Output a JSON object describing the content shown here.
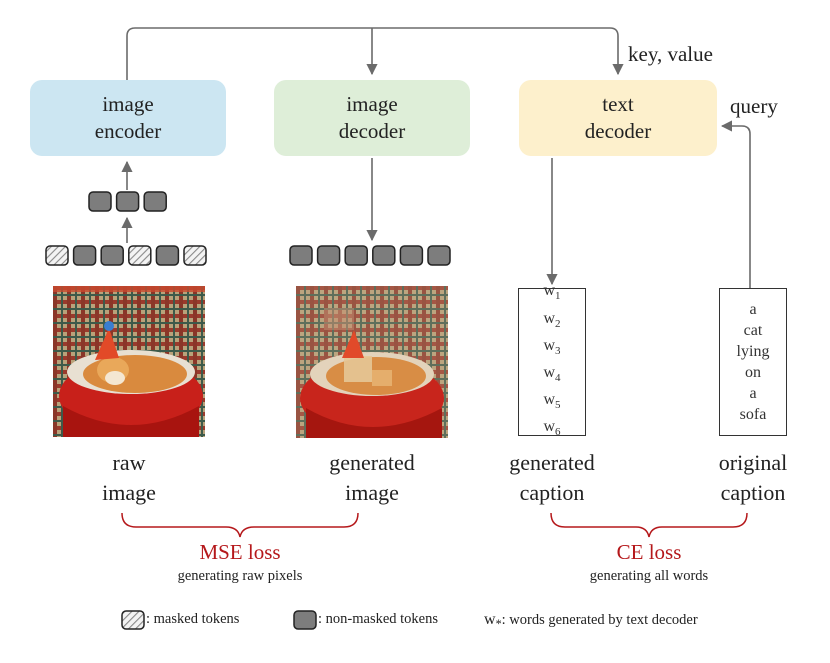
{
  "modules": {
    "image_encoder": {
      "line1": "image",
      "line2": "encoder",
      "color": "#cce6f2"
    },
    "image_decoder": {
      "line1": "image",
      "line2": "decoder",
      "color": "#deeed8"
    },
    "text_decoder": {
      "line1": "text",
      "line2": "decoder",
      "color": "#fdf0cc"
    }
  },
  "edge_labels": {
    "key_value": "key, value",
    "query": "query"
  },
  "tokens": {
    "input_pattern": [
      "masked",
      "non-masked",
      "non-masked",
      "masked",
      "non-masked",
      "masked"
    ],
    "encoded_count": 3,
    "decoded_count": 6
  },
  "images": {
    "raw": {
      "line1": "raw",
      "line2": "image"
    },
    "generated": {
      "line1": "generated",
      "line2": "image"
    }
  },
  "captions": {
    "generated": {
      "words": [
        {
          "base": "w",
          "sub": "1"
        },
        {
          "base": "w",
          "sub": "2"
        },
        {
          "base": "w",
          "sub": "3"
        },
        {
          "base": "w",
          "sub": "4"
        },
        {
          "base": "w",
          "sub": "5"
        },
        {
          "base": "w",
          "sub": "6"
        }
      ],
      "line1": "generated",
      "line2": "caption"
    },
    "original": {
      "words": [
        "a",
        "cat",
        "lying",
        "on",
        "a",
        "sofa"
      ],
      "line1": "original",
      "line2": "caption"
    }
  },
  "losses": {
    "mse": {
      "title": "MSE loss",
      "subtitle": "generating raw pixels"
    },
    "ce": {
      "title": "CE loss",
      "subtitle": "generating all words"
    }
  },
  "legend": {
    "masked": ": masked tokens",
    "non_masked": ": non-masked tokens",
    "words_symbol": "w",
    "words_sub": "*",
    "words": ": words generated by text decoder"
  },
  "colors": {
    "arrow": "#6b6b6b",
    "loss_brace": "#b5181b",
    "token_fill": "#7d7d7d"
  }
}
